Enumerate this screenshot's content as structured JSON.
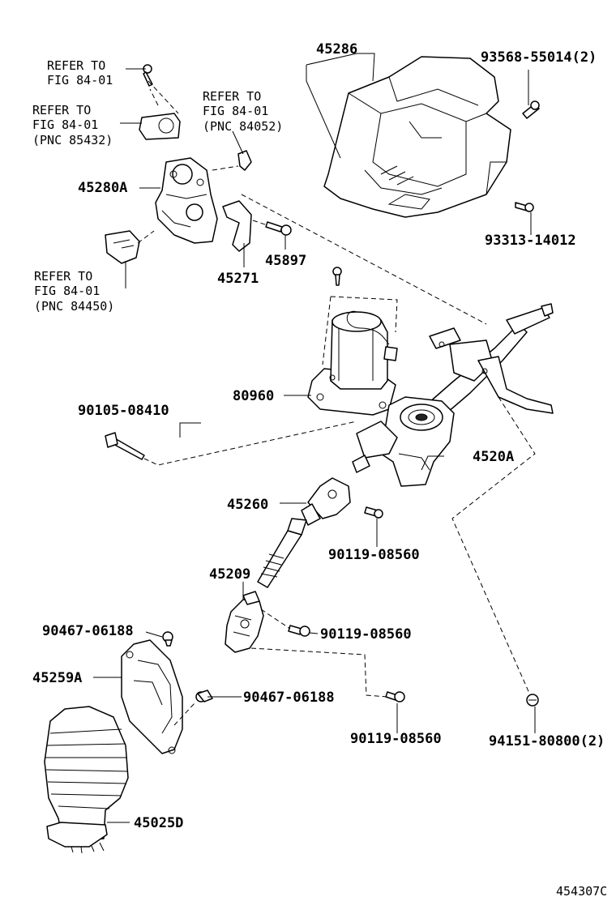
{
  "refs": {
    "ref_fig_top": [
      "REFER TO",
      "FIG 84-01"
    ],
    "ref_85432": [
      "REFER TO",
      "FIG 84-01",
      "(PNC 85432)"
    ],
    "ref_84052": [
      "REFER TO",
      "FIG 84-01",
      "(PNC 84052)"
    ],
    "ref_84450": [
      "REFER TO",
      "FIG 84-01",
      "(PNC 84450)"
    ]
  },
  "parts": {
    "p45286": "45286",
    "p93568": "93568-55014(2)",
    "p93313": "93313-14012",
    "p45280A": "45280A",
    "p45897": "45897",
    "p45271": "45271",
    "p80960": "80960",
    "p90105": "90105-08410",
    "p4520A": "4520A",
    "p45260": "45260",
    "p90119_a": "90119-08560",
    "p45209": "45209",
    "p90467_a": "90467-06188",
    "p90119_b": "90119-08560",
    "p45259A": "45259A",
    "p90467_b": "90467-06188",
    "p90119_c": "90119-08560",
    "p94151": "94151-80800(2)",
    "p45025D": "45025D"
  },
  "diagram_code": "454307C"
}
